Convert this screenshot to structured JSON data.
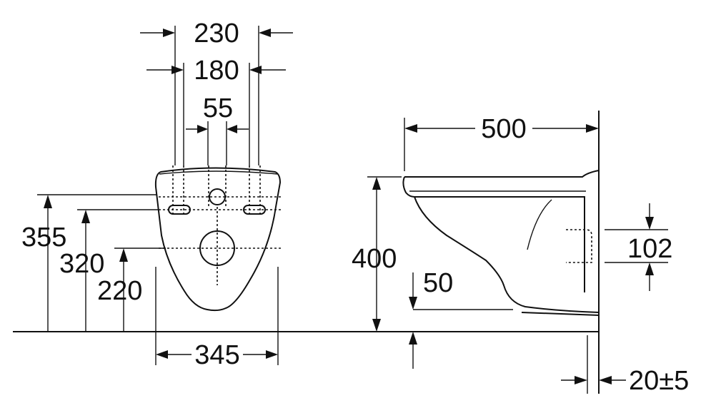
{
  "diagram": {
    "front_view": {
      "dim_width_outer": "230",
      "dim_width_holes": "180",
      "dim_inlet": "55",
      "dim_height_top": "355",
      "dim_height_holes": "320",
      "dim_height_outlet": "220",
      "dim_base_width": "345"
    },
    "side_view": {
      "dim_depth": "500",
      "dim_height": "400",
      "dim_floor_clearance": "50",
      "dim_inlet_spacing": "102",
      "dim_wall_offset": "20±5"
    }
  }
}
